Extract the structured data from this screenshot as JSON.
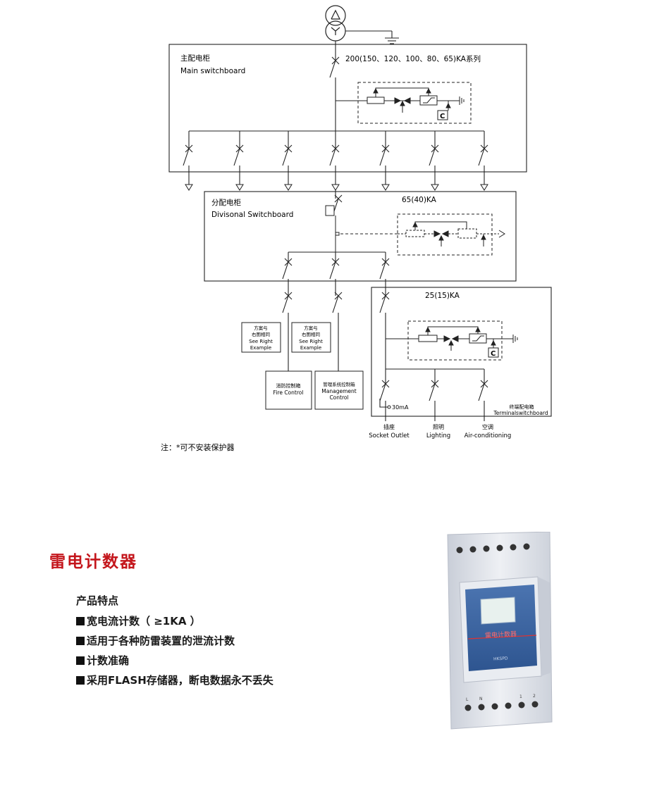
{
  "diagram": {
    "main_board": {
      "title_cn": "主配电柜",
      "title_en": "Main switchboard",
      "rating": "200(150、120、100、80、65)KA系列",
      "counter_label": "C"
    },
    "div_board": {
      "title_cn": "分配电柜",
      "title_en": "Divisonal Switchboard",
      "rating": "65(40)KA"
    },
    "term_board": {
      "rating": "25(15)KA",
      "title_cn": "终端配电箱",
      "title_en": "Terminalswitchboard",
      "counter_label": "C",
      "rcd_label": "30mA"
    },
    "see_right_1": {
      "cn1": "方案与",
      "cn2": "右图相同",
      "en1": "See Right",
      "en2": "Example"
    },
    "see_right_2": {
      "cn1": "方案与",
      "cn2": "右图相同",
      "en1": "See Right",
      "en2": "Example"
    },
    "fire_box": {
      "cn": "消防控制箱",
      "en": "Fire Control"
    },
    "mgmt_box": {
      "cn": "管理系统控制箱",
      "en1": "Management",
      "en2": "Control"
    },
    "loads": [
      {
        "cn": "插座",
        "en": "Socket Outlet"
      },
      {
        "cn": "照明",
        "en": "Lighting"
      },
      {
        "cn": "空调",
        "en": "Air-conditioning"
      }
    ],
    "note": "注：*可不安装保护器"
  },
  "product": {
    "title": "雷电计数器",
    "features_heading": "产品特点",
    "features": [
      "宽电流计数（ ≥1KA ）",
      "适用于各种防雷装置的泄流计数",
      "计数准确",
      "采用FLASH存储器，断电数据永不丢失"
    ],
    "device": {
      "display_text": "雷电计数器",
      "brand_text": "HKSPD",
      "terminal_labels": [
        "L",
        "N",
        "1",
        "2"
      ]
    }
  },
  "colors": {
    "accent_red": "#c4161c",
    "line": "#222222",
    "device_body": "#dfe3ea",
    "device_panel": "#355f9c"
  }
}
